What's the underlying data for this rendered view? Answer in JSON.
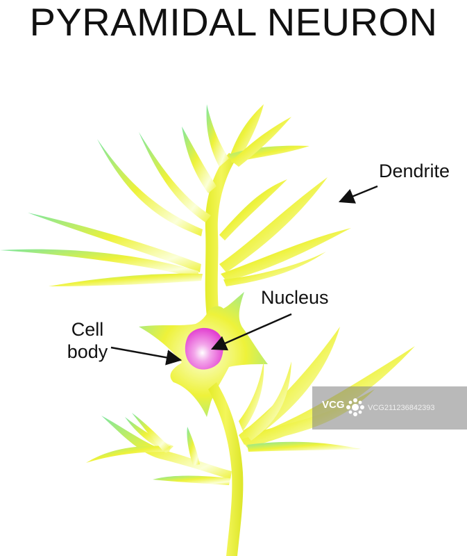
{
  "title": "PYRAMIDAL NEURON",
  "labels": {
    "dendrite": "Dendrite",
    "nucleus": "Nucleus",
    "cell_body_line1": "Cell",
    "cell_body_line2": "body"
  },
  "watermark": {
    "brand": "VCG",
    "id": "VCG211236842393"
  },
  "colors": {
    "neuron_fill": "#eef23a",
    "neuron_highlight": "#fbffd8",
    "neuron_shadow": "#7ee6a0",
    "nucleus": "#e23fd0",
    "arrow": "#111111"
  }
}
